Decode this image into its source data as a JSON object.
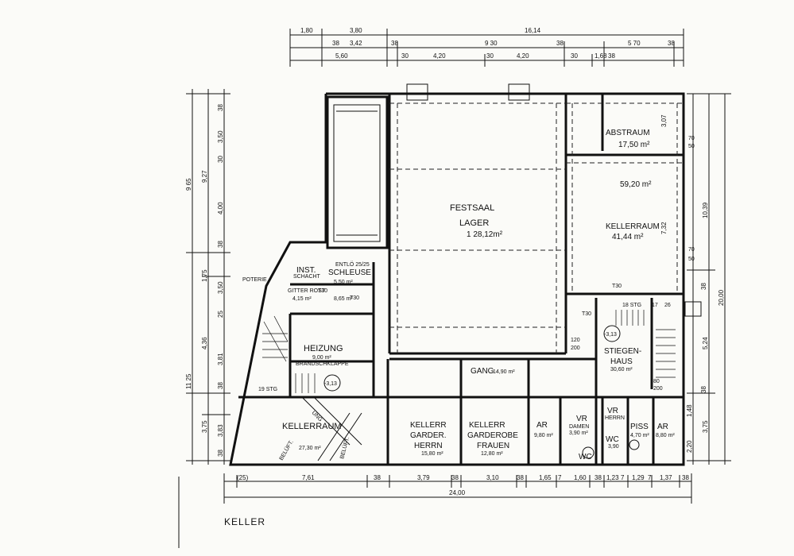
{
  "drawing": {
    "title": "KELLER",
    "rooms": {
      "festsaal_1": "FESTSAAL",
      "festsaal_2": "LAGER",
      "festsaal_area": "1 28,12m²",
      "abstraum": "ABSTRAUM",
      "abstraum_area": "17,50 m²",
      "kellerraum_r": "KELLERRAUM",
      "kellerraum_r_area": "41,44 m²",
      "kellerraum_r_area2": "59,20 m²",
      "inst": "INST.",
      "schacht": "SCHACHT",
      "schleuse": "SCHLEUSE",
      "schleuse_area": "5,50 m²",
      "entlo": "ENTLÖ 25/25",
      "gitter": "GITTER ROST",
      "gitter_area": "4,15 m²",
      "small_area": "8,65 m²",
      "poterie": "POTERIE",
      "heizung": "HEIZUNG",
      "heizung_area": "9,00 m²",
      "brandschutz": "BRANDSCHKLAPPE",
      "gang": "GANG",
      "gang_area": "14,90 m²",
      "stiegen1": "STIEGEN-",
      "stiegen2": "HAUS",
      "stiegen_area": "30,60 m²",
      "kellerraum_l": "KELLERRAUM",
      "kellerraum_l_area": "27,30 m²",
      "kellerr_h": "KELLERR",
      "garder_h": "GARDER.",
      "herrn": "HERRN",
      "herrn_area": "15,80 m²",
      "kellerr_f": "KELLERR",
      "garder_f": "GARDEROBE",
      "frauen": "FRAUEN",
      "frauen_area": "12,80 m²",
      "ar1": "AR",
      "ar1_area": "9,80 m²",
      "vr": "VR",
      "damen": "DAMEN",
      "damen_area": "3,90 m²",
      "wc1": "WC",
      "vr2": "VR",
      "herrn2": "HERRN",
      "wc2": "WC",
      "wc2_area": "3,90",
      "piss": "PISS",
      "piss_area": "4,70 m²",
      "ar2": "AR",
      "ar2_area": "8,80 m²",
      "stg_19": "19 STG",
      "stg_18": "18 STG",
      "stg_17": "17",
      "stg_26": "26",
      "level_1": "-3,13",
      "level_2": "-3,13",
      "belueft_1": "BELÜFT.",
      "belueft_2": "BELÜFT.",
      "ung": "UNG"
    },
    "dims_top": {
      "r1": [
        "1,80",
        "3,80",
        "16,14"
      ],
      "r2": [
        "38",
        "3,42",
        "38",
        "9 30",
        "38",
        "5 70",
        "38"
      ],
      "r3": [
        "5,60",
        "30",
        "4,20",
        "30",
        "4,20",
        "30",
        "1,68",
        "38"
      ]
    },
    "dims_bottom": {
      "r1": [
        "(25)",
        "7,61",
        "38",
        "3,79",
        "38",
        "3,10",
        "38",
        "1,65",
        "7",
        "1,60",
        "38",
        "1,23",
        "7",
        "1,29",
        "7",
        "1,37",
        "38"
      ],
      "total": "24,00"
    },
    "dims_left": {
      "outer": [
        "9 65",
        "11 25"
      ],
      "mid": [
        "9,27",
        "1,75",
        "4,36",
        "3,75"
      ],
      "inner": [
        "38",
        "3,50",
        "30",
        "4,00",
        "38",
        "3,50",
        "25",
        "3,81",
        "38",
        "3,83",
        "38"
      ]
    },
    "dims_right": {
      "outer": "20,00",
      "mid": [
        "10,39",
        "5,24",
        "3,75"
      ],
      "inner": [
        "38",
        "7,32",
        "3,07",
        "38",
        "2,20",
        "1,48"
      ]
    },
    "door_notes": [
      "70",
      "50",
      "70",
      "50",
      "T30",
      "T30",
      "T30",
      "T30",
      "120",
      "200",
      "80",
      "200"
    ]
  }
}
